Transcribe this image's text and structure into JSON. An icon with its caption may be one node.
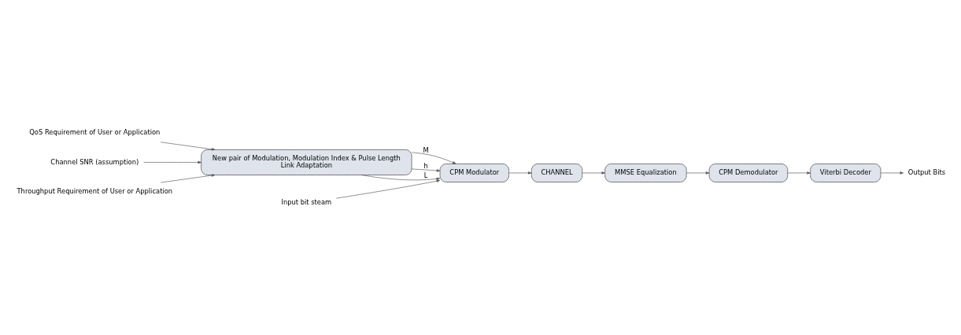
{
  "diagram": {
    "nodes": [
      {
        "text": [
          "QoS Requirement of User or Application"
        ]
      },
      {
        "text": [
          "Input bit steam"
        ]
      },
      {
        "text": [
          "CPM Modulator"
        ]
      },
      {
        "text": [
          "New pair of Modulation, Modulation Index & Pulse Length",
          "Link Adaptation"
        ]
      },
      {
        "text": [
          "Channel SNR (assumption)"
        ]
      },
      {
        "text": [
          "Throughput Requirement of User or Application"
        ]
      },
      {
        "text": [
          "CHANNEL"
        ]
      },
      {
        "text": [
          "Output Bits"
        ]
      },
      {
        "text": [
          "Viterbi Decoder"
        ]
      },
      {
        "text": [
          "CPM Demodulator"
        ]
      },
      {
        "text": [
          "MMSE Equalization"
        ]
      }
    ],
    "edges": [
      {
        "from": 0,
        "to": 3,
        "arrow": "to"
      },
      {
        "from": 4,
        "to": 3,
        "arrow": "to"
      },
      {
        "from": 5,
        "to": 3,
        "arrow": "to"
      },
      {
        "from": 1,
        "to": 2,
        "arrow": "to"
      },
      {
        "from": 3,
        "to": 2,
        "arrow": "to",
        "label": "M"
      },
      {
        "from": 3,
        "to": 2,
        "arrow": "to",
        "label": "h"
      },
      {
        "from": 3,
        "to": 2,
        "arrow": "to",
        "label": "L"
      },
      {
        "from": 2,
        "to": 6,
        "arrow": "to"
      },
      {
        "from": 6,
        "to": 10,
        "arrow": "to"
      },
      {
        "from": 10,
        "to": 9,
        "arrow": "to"
      },
      {
        "from": 9,
        "to": 8,
        "arrow": "to"
      },
      {
        "from": 8,
        "to": 7,
        "arrow": "to"
      }
    ]
  }
}
